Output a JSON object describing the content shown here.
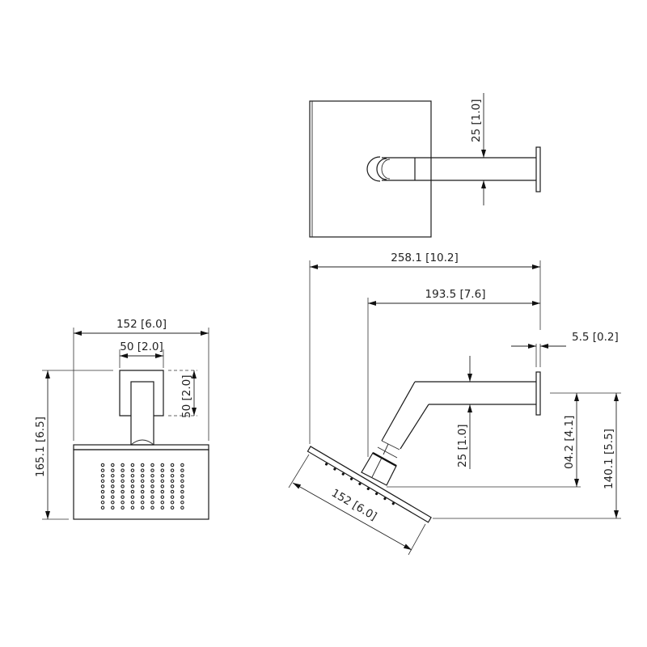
{
  "drawing": {
    "title": "Shower head and arm dimension drawing",
    "units": "mm [in]",
    "line_color": "#1a1a1a",
    "background": "#ffffff"
  },
  "views": {
    "top_view": {
      "labels": {
        "arm_diameter": "25 [1.0]"
      }
    },
    "side_view": {
      "labels": {
        "overall_projection": "258.1 [10.2]",
        "arm_projection": "193.5 [7.6]",
        "flange_thickness": "5.5 [0.2]",
        "arm_diameter": "25 [1.0]",
        "arm_drop": "04.2 [4.1]",
        "overall_drop": "140.1 [5.5]",
        "head_diameter": "152 [6.0]"
      }
    },
    "front_view": {
      "labels": {
        "head_width": "152 [6.0]",
        "escutcheon_width": "50 [2.0]",
        "escutcheon_height": "50 [2.0]",
        "overall_height": "165.1 [6.5]"
      },
      "nozzle_grid": {
        "columns": 9,
        "rows": 9
      }
    }
  }
}
